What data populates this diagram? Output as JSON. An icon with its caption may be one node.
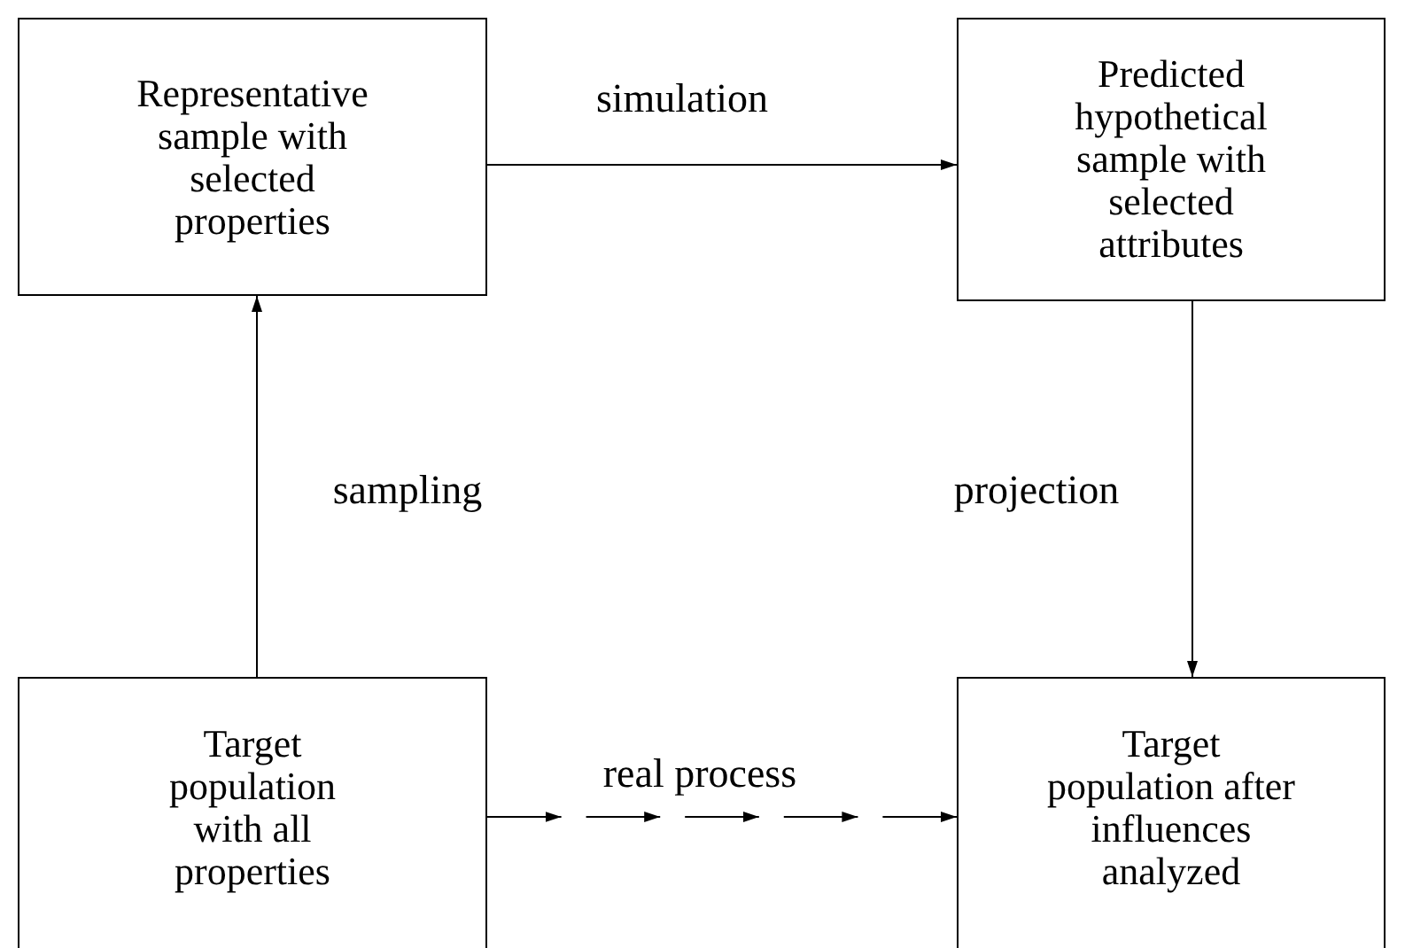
{
  "diagram": {
    "nodes": [
      {
        "text": [
          "Representative sample with selected properties"
        ]
      },
      {
        "text": [
          "Predicted hypothetical sample with selected attributes"
        ]
      },
      {
        "text": [
          "Target population with all properties"
        ]
      },
      {
        "text": [
          "Target population after influences analyzed"
        ]
      }
    ],
    "edges": [
      {
        "from": 0,
        "to": 1,
        "arrow": "to",
        "label": "simulation"
      },
      {
        "from": 2,
        "to": 0,
        "arrow": "to",
        "label": "sampling"
      },
      {
        "from": 1,
        "to": 3,
        "arrow": "to",
        "label": "projection"
      },
      {
        "from": 2,
        "to": 3,
        "arrow": "to",
        "label": "real process",
        "style": "dashed"
      }
    ]
  }
}
